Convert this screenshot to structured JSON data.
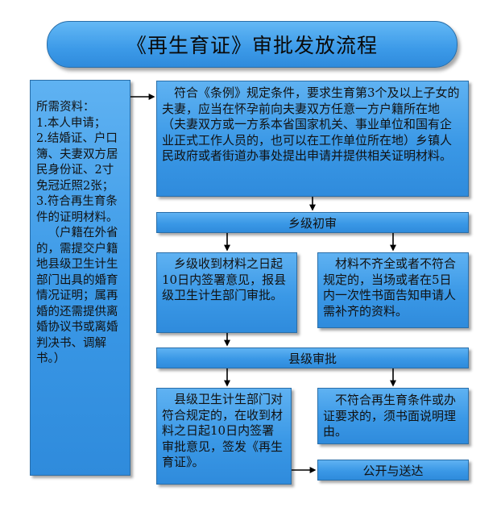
{
  "title": "《再生育证》审批发放流程",
  "sidebar": {
    "heading": "所需资料：",
    "item1": "1.本人申请；",
    "item2": "2.结婚证、户口簿、夫妻双方居民身份证、2寸免冠近照2张；",
    "item3": "3.符合再生育条件的证明材料。",
    "note": "（户籍在外省的，需提交户籍地县级卫生计生部门出具的婚育情况证明；属再婚的还需提供离婚协议书或离婚判决书、调解书。）"
  },
  "steps": {
    "apply": "符合《条例》规定条件，要求生育第3个及以上子女的夫妻，应当在怀孕前向夫妻双方任意一方户籍所在地（夫妻双方或一方系本省国家机关、事业单位和国有企业正式工作人员的，也可以在工作单位所在地）乡镇人民政府或者街道办事处提出申请并提供相关证明材料。",
    "township_review": "乡级初审",
    "township_accept": "乡级收到材料之日起10日内签署意见，报县级卫生计生部门审批。",
    "township_reject": "材料不齐全或者不符合规定的，当场或者在5日内一次性书面告知申请人需补齐的资料。",
    "county_review": "县级审批",
    "county_accept": "县级卫生计生部门对符合规定的，在收到材料之日起10日内签署审批意见，签发《再生育证》。",
    "county_reject": "不符合再生育条件或办证要求的，须书面说明理由。",
    "publish": "公开与送达"
  }
}
